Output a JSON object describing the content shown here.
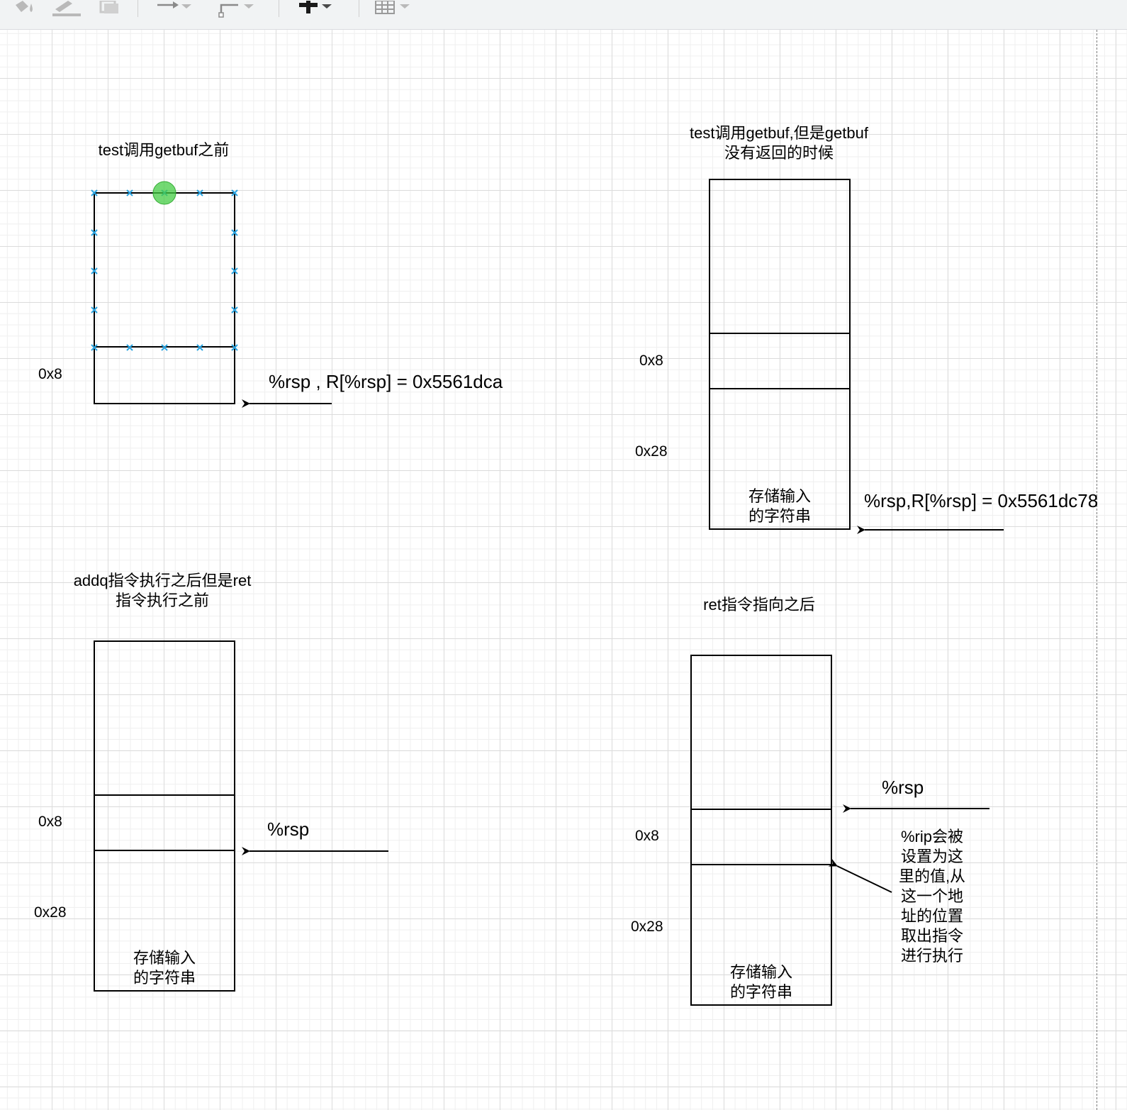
{
  "diagram": {
    "panel_top_left": {
      "title": "test调用getbuf之前",
      "offset_label": "0x8",
      "arrow_label": "%rsp , R[%rsp] = 0x5561dca"
    },
    "panel_top_right": {
      "title_line1": "test调用getbuf,但是getbuf",
      "title_line2": "没有返回的时候",
      "offset_label_1": "0x8",
      "offset_label_2": "0x28",
      "cell_text_line1": "存储输入",
      "cell_text_line2": "的字符串",
      "arrow_label": "%rsp,R[%rsp] = 0x5561dc78"
    },
    "panel_bottom_left": {
      "title_line1": "addq指令执行之后但是ret",
      "title_line2": "指令执行之前",
      "offset_label_1": "0x8",
      "offset_label_2": "0x28",
      "cell_text_line1": "存储输入",
      "cell_text_line2": "的字符串",
      "arrow_label": "%rsp"
    },
    "panel_bottom_right": {
      "title": "ret指令指向之后",
      "offset_label_1": "0x8",
      "offset_label_2": "0x28",
      "cell_text_line1": "存储输入",
      "cell_text_line2": "的字符串",
      "arrow_label": "%rsp",
      "note_lines": [
        "%rip会被",
        "设置为这",
        "里的值,从",
        "这一个地",
        "址的位置",
        "取出指令",
        "进行执行"
      ]
    }
  },
  "colors": {
    "selection_handle": "#29a3e0",
    "hover_point": "#44cc44",
    "grid": "#dcdcdc"
  }
}
